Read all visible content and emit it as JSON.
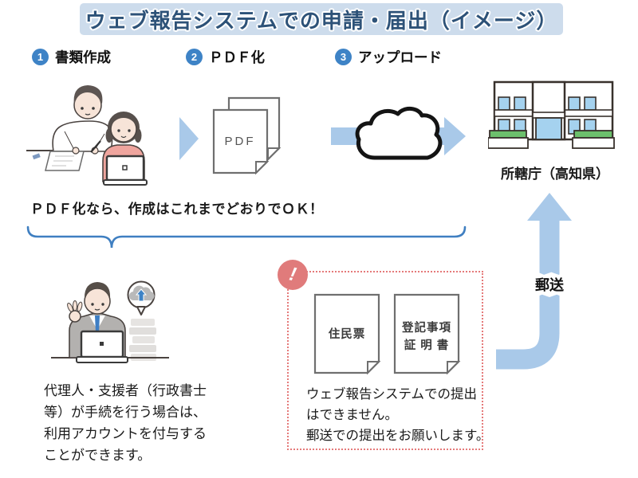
{
  "title": "ウェブ報告システムでの申請・届出（イメージ）",
  "steps": [
    {
      "number": "1",
      "label": "書類作成"
    },
    {
      "number": "2",
      "label": "ＰＤＦ化"
    },
    {
      "number": "3",
      "label": "アップロード"
    }
  ],
  "flow": {
    "pdf_label": "PDF",
    "pdf_note": "ＰＤＦ化なら、作成はこれまでどおりでＯＫ！",
    "building_caption": "所轄庁（高知県）"
  },
  "agent_note": {
    "lines": [
      "代理人・支援者（行政書士",
      "等）が手続を行う場合は、",
      "利用アカウントを付与する",
      "ことができます。"
    ]
  },
  "warning_box": {
    "badge": "!",
    "documents": [
      {
        "line1": "住民票",
        "line2": ""
      },
      {
        "line1": "登記事項",
        "line2": "証 明 書"
      }
    ],
    "lines": [
      "ウェブ報告システムでの提出",
      "はできません。",
      "郵送での提出をお願いします。"
    ]
  },
  "mail": {
    "label": "郵送"
  },
  "colors": {
    "accent_arrow_blue": "#a9c9e9",
    "title_text_blue": "#2d5278",
    "title_band_blue": "#cddcec",
    "step_circle_blue": "#3e83c6",
    "brace_blue": "#3f7fc1",
    "warning_red": "#e57a7a",
    "window_blue": "#a5d2ef",
    "hedge_green": "#6cc06c",
    "sweater_pink": "#efa59e",
    "suit_gray": "#b3b1af"
  }
}
